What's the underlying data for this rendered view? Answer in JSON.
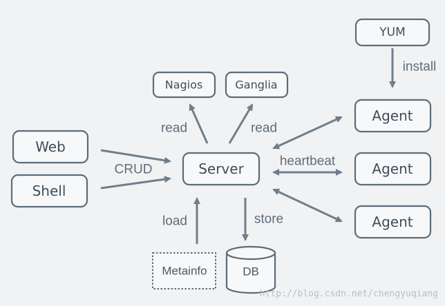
{
  "nodes": {
    "yum": {
      "label": "YUM"
    },
    "nagios": {
      "label": "Nagios"
    },
    "ganglia": {
      "label": "Ganglia"
    },
    "agent1": {
      "label": "Agent"
    },
    "agent2": {
      "label": "Agent"
    },
    "agent3": {
      "label": "Agent"
    },
    "web": {
      "label": "Web"
    },
    "shell": {
      "label": "Shell"
    },
    "server": {
      "label": "Server"
    },
    "metainfo": {
      "label": "Metainfo"
    },
    "db": {
      "label": "DB"
    }
  },
  "edges": {
    "install": {
      "label": "install"
    },
    "read_nagios": {
      "label": "read"
    },
    "read_ganglia": {
      "label": "read"
    },
    "crud": {
      "label": "CRUD"
    },
    "heartbeat": {
      "label": "heartbeat"
    },
    "load": {
      "label": "load"
    },
    "store": {
      "label": "store"
    }
  },
  "watermark": {
    "text": "http://blog.csdn.net/chengyuqiang"
  },
  "colors": {
    "background": "#f1f2f3",
    "stroke": "#5b6b7a",
    "arrow": "#6f7e8c",
    "text": "#3f4e5c"
  }
}
